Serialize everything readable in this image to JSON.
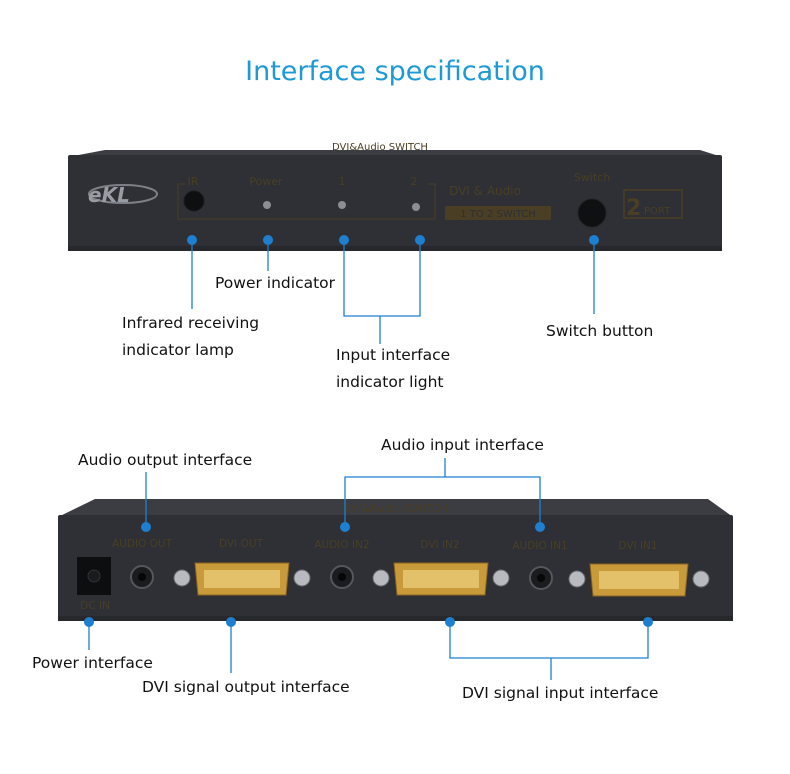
{
  "title": "Interface specification",
  "front_panel": {
    "brand": "eKL",
    "panel_labels": {
      "ir": "IR",
      "power": "Power",
      "in1": "1",
      "in2": "2",
      "switch": "Switch"
    },
    "product_line1": "DVI & Audio",
    "product_line2": "1 TO 2 SWITCH",
    "port_badge": {
      "number": "2",
      "text": "PORT"
    },
    "top_engraving": "DVI&Audio SWITCH"
  },
  "rear_panel": {
    "port_labels": {
      "audio_out": "AUDIO OUT",
      "dvi_out": "DVI OUT",
      "audio_in2": "AUDIO IN2",
      "dvi_in2": "DVI IN2",
      "audio_in1": "AUDIO IN1",
      "dvi_in1": "DVI IN1",
      "dc_in": "DC IN"
    },
    "top_engraving": "DVI&Audio SWITCH"
  },
  "callouts": {
    "power_indicator": "Power indicator",
    "ir_lamp_line1": "Infrared receiving",
    "ir_lamp_line2": "indicator lamp",
    "input_light_line1": "Input interface",
    "input_light_line2": "indicator light",
    "switch_button": "Switch button",
    "audio_output": "Audio output interface",
    "audio_input": "Audio input interface",
    "power_interface": "Power interface",
    "dvi_output": "DVI signal output interface",
    "dvi_input": "DVI signal input interface"
  },
  "colors": {
    "title": "#1d9ad6",
    "callout_marker": "#1e7fd0",
    "panel": "#2e3035",
    "engraving": "#4a3e24",
    "dvi_connector": "#c89a3a"
  }
}
